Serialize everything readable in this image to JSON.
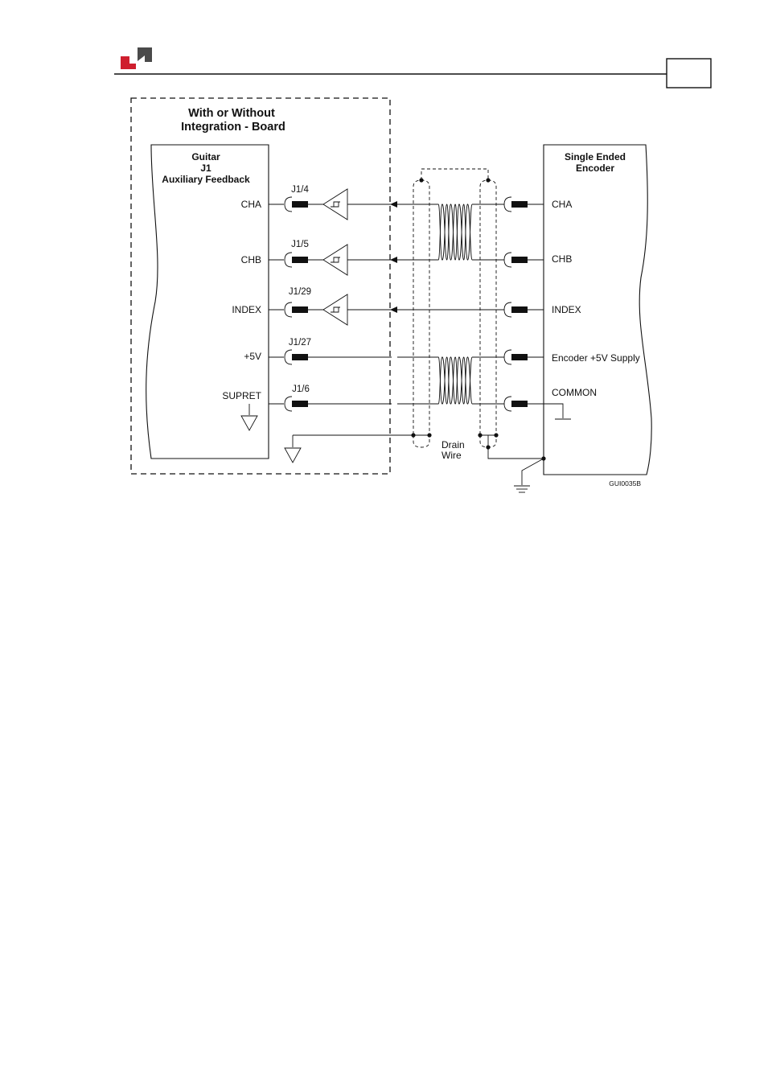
{
  "header": {
    "logo_colors": {
      "primary": "#cf1f2e",
      "secondary": "#4a4a4a"
    },
    "page_box_text": ""
  },
  "diagram": {
    "board_group_title": [
      "With or Without",
      "Integration - Board"
    ],
    "drive_box_title": [
      "Guitar",
      "J1",
      "Auxiliary Feedback"
    ],
    "encoder_box_title": [
      "Single Ended",
      "Encoder"
    ],
    "drive_signals": [
      {
        "name": "CHA",
        "pin": "J1/4",
        "buffer": true
      },
      {
        "name": "CHB",
        "pin": "J1/5",
        "buffer": true
      },
      {
        "name": "INDEX",
        "pin": "J1/29",
        "buffer": true
      },
      {
        "name": "+5V",
        "pin": "J1/27",
        "buffer": false
      },
      {
        "name": "SUPRET",
        "pin": "J1/6",
        "buffer": false
      }
    ],
    "encoder_signals": [
      "CHA",
      "CHB",
      "INDEX",
      "Encoder +5V Supply",
      "COMMON"
    ],
    "drain_label": [
      "Drain",
      "Wire"
    ],
    "figure_id": "GUI0035B"
  }
}
